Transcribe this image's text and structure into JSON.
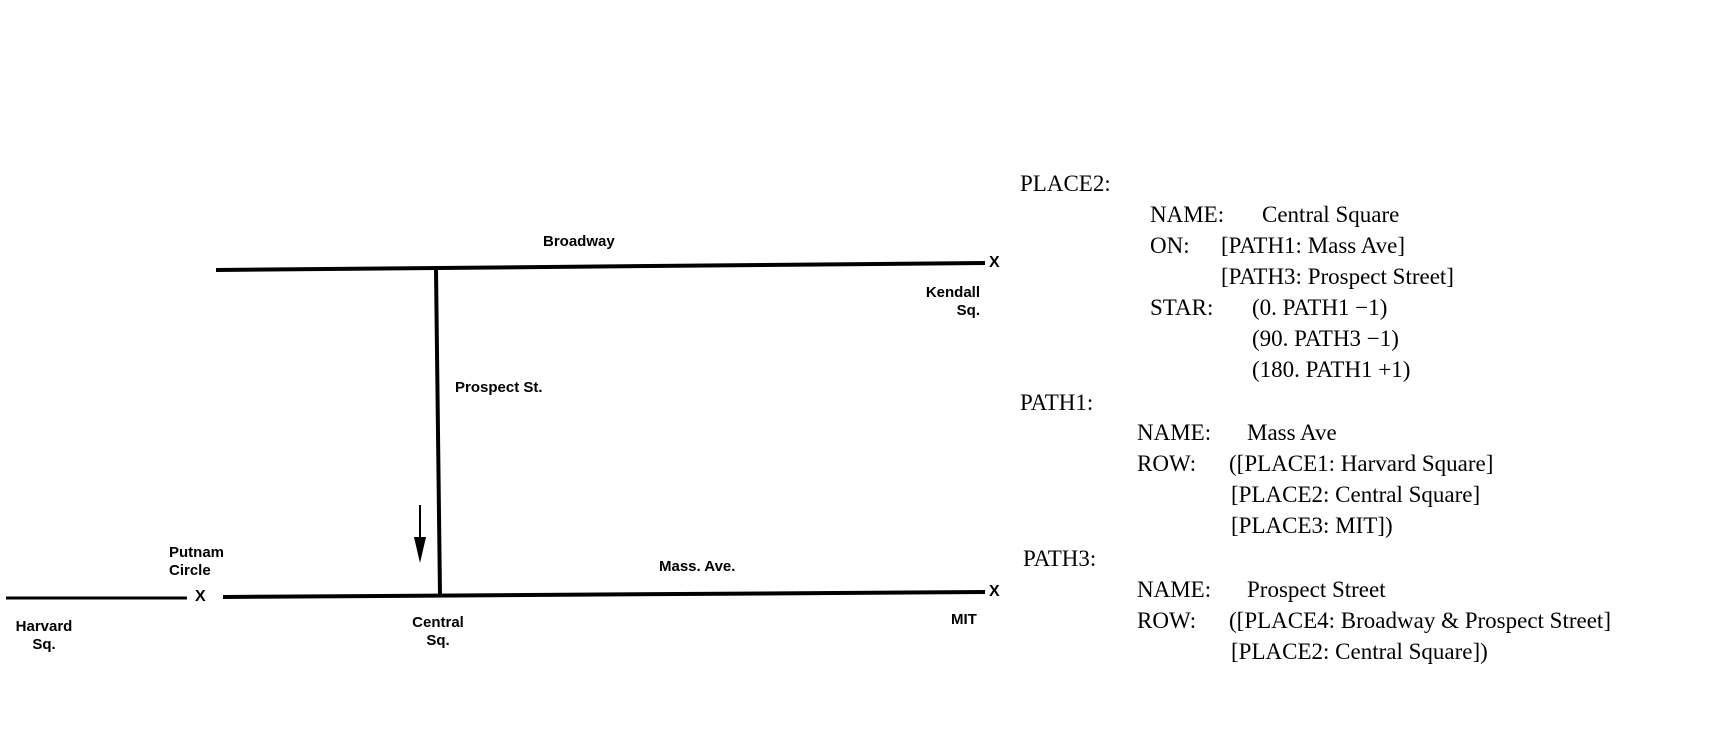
{
  "map": {
    "broadway": "Broadway",
    "prospect": "Prospect St.",
    "mass_ave": "Mass. Ave.",
    "putnam": [
      "Putnam",
      "Circle"
    ],
    "harvard": [
      "Harvard",
      "Sq."
    ],
    "central": [
      "Central",
      "Sq."
    ],
    "kendall": [
      "Kendall",
      "Sq."
    ],
    "mit": "MIT",
    "mark": "X"
  },
  "repr": {
    "place2": {
      "header": "PLACE2:",
      "name_key": "NAME:",
      "name_val": "Central Square",
      "on_key": "ON:",
      "on_1": "[PATH1: Mass Ave]",
      "on_2": "[PATH3: Prospect Street]",
      "star_key": "STAR:",
      "star_1": "(0. PATH1 −1)",
      "star_2": "(90. PATH3 −1)",
      "star_3": "(180. PATH1 +1)"
    },
    "path1": {
      "header": "PATH1:",
      "name_key": "NAME:",
      "name_val": "Mass Ave",
      "row_key": "ROW:",
      "row_1": "([PLACE1: Harvard Square]",
      "row_2": "[PLACE2: Central Square]",
      "row_3": "[PLACE3: MIT])"
    },
    "path3": {
      "header": "PATH3:",
      "name_key": "NAME:",
      "name_val": "Prospect Street",
      "row_key": "ROW:",
      "row_1": "([PLACE4: Broadway & Prospect Street]",
      "row_2": "[PLACE2: Central Square])"
    }
  }
}
